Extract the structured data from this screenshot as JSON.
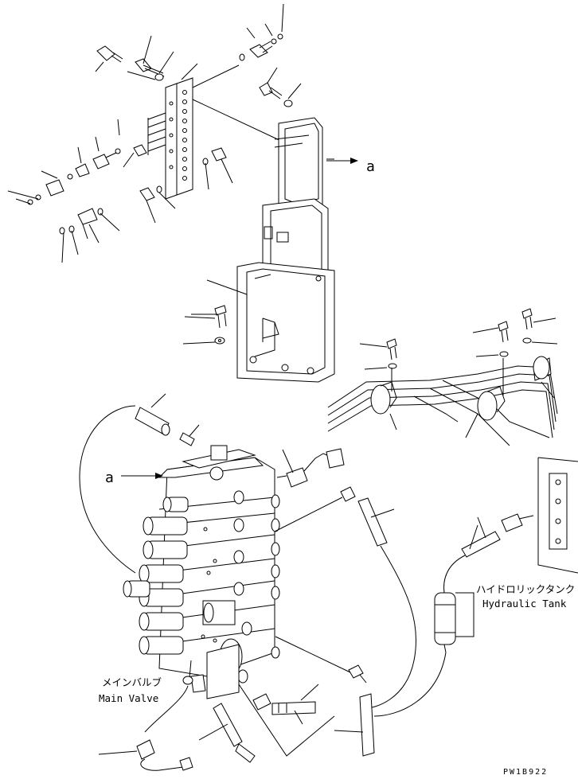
{
  "diagram": {
    "callout_a_right": "a",
    "callout_a_left": "a",
    "main_valve_jp": "メインバルブ",
    "main_valve_en": "Main Valve",
    "hydraulic_tank_jp": "ハイドロリックタンク",
    "hydraulic_tank_en": "Hydraulic Tank",
    "drawing_code": "PW1B922"
  }
}
